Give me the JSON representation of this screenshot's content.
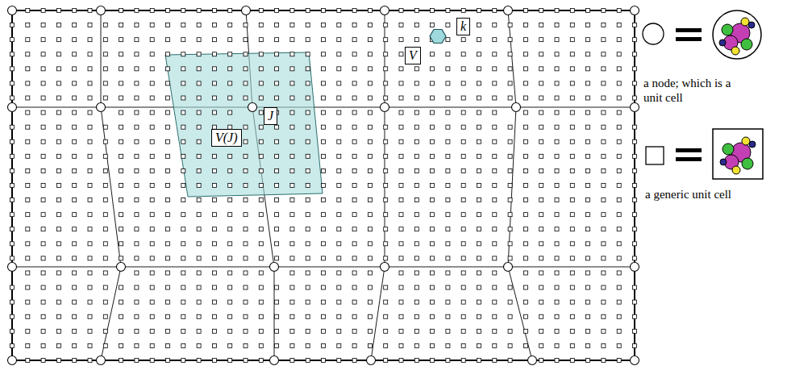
{
  "diagram": {
    "labels": [
      "J",
      "V(J)",
      "k",
      "V"
    ],
    "legend": [
      {
        "text": "a node; which is a unit cell"
      },
      {
        "text": "a generic unit cell"
      }
    ]
  }
}
